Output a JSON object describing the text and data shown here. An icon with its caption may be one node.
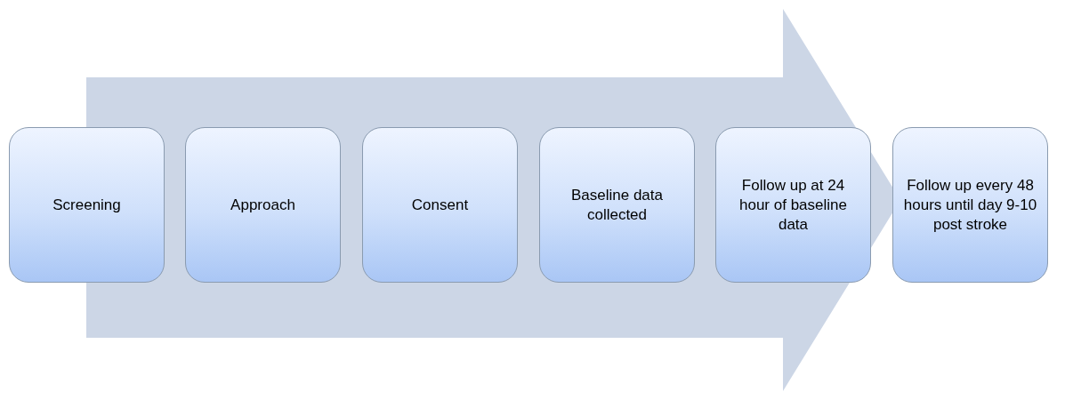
{
  "diagram": {
    "nodes": [
      {
        "text": [
          "Screening"
        ]
      },
      {
        "text": [
          "Approach"
        ]
      },
      {
        "text": [
          "Consent"
        ]
      },
      {
        "text": [
          "Baseline data collected"
        ]
      },
      {
        "text": [
          "Follow up at 24 hour of baseline data"
        ]
      },
      {
        "text": [
          "Follow up every 48 hours until day 9-10 post stroke"
        ]
      }
    ]
  }
}
